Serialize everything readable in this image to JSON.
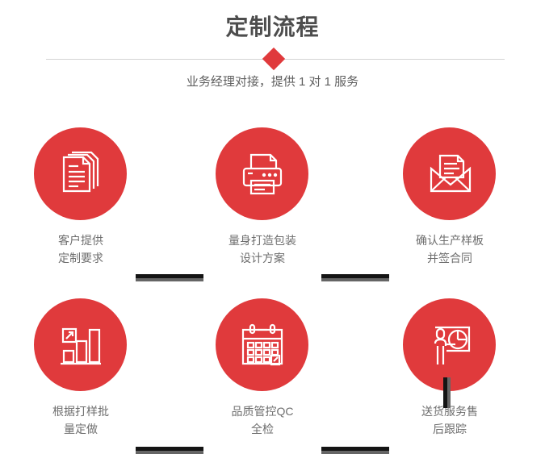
{
  "header": {
    "title": "定制流程",
    "subtitle": "业务经理对接，提供 1 对 1 服务",
    "divider_icon": "diamond-icon"
  },
  "theme": {
    "accent_red": "#e03a3c",
    "title_gray": "#4d4d4d",
    "label_gray": "#6e6e6e",
    "connector_dark": "#141414",
    "connector_gray": "#656565",
    "divider_line": "#d4d4d4"
  },
  "steps": [
    {
      "icon": "documents-stack-icon",
      "label_line1": "客户提供",
      "label_line2": "定制要求"
    },
    {
      "icon": "printer-icon",
      "label_line1": "量身打造包装",
      "label_line2": "设计方案"
    },
    {
      "icon": "envelope-document-icon",
      "label_line1": "确认生产样板",
      "label_line2": "并签合同"
    },
    {
      "icon": "bar-chart-growth-icon",
      "label_line1": "根据打样批",
      "label_line2": "量定做"
    },
    {
      "icon": "calendar-check-icon",
      "label_line1": "品质管控QC",
      "label_line2": "全检"
    },
    {
      "icon": "presenter-pie-chart-icon",
      "label_line1": "送货服务售",
      "label_line2": "后跟踪"
    }
  ]
}
